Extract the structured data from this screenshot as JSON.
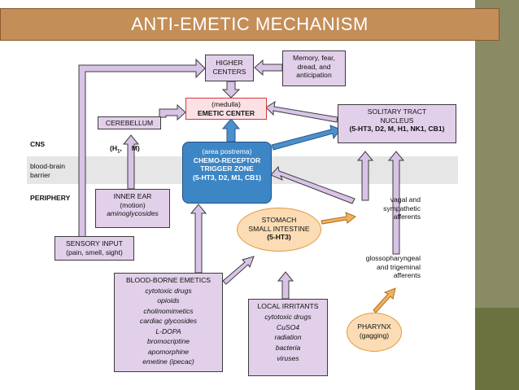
{
  "title": "ANTI-EMETIC MECHANISM",
  "colors": {
    "title_bg": "#c48e58",
    "box_fill": "#e2d0ea",
    "emetic_fill": "#fbe1e6",
    "emetic_border": "#d83a3a",
    "ctz_fill": "#3d86c6",
    "stomach_fill": "#fbdcb4",
    "arrow_fill": "#d8c4e6",
    "blue_arrow": "#4a90cc",
    "orange_arrow": "#f0b060",
    "side_bar": "#8a8a64"
  },
  "regions": {
    "cns": "CNS",
    "bbb_line1": "blood-brain",
    "bbb_line2": "barrier",
    "periphery": "PERIPHERY"
  },
  "higher_centers": {
    "line1": "HIGHER",
    "line2": "CENTERS"
  },
  "memory": {
    "line1": "Memory, fear,",
    "line2": "dread, and",
    "line3": "anticipation"
  },
  "emetic_center": {
    "line1": "(medulla)",
    "line2": "EMETIC CENTER"
  },
  "cerebellum": "CEREBELLUM",
  "h1m": "(H",
  "h1m_sub": "1",
  "h1m_rest": ",     M)",
  "solitary": {
    "line1": "SOLITARY TRACT",
    "line2": "NUCLEUS",
    "line3": "(5-HT3, D2, M, H1, NK1, CB1)"
  },
  "ctz": {
    "line1": "(area postrema)",
    "line2": "CHEMO-RECEPTOR",
    "line3": "TRIGGER ZONE",
    "line4": "(5-HT3, D2, M1, CB1)"
  },
  "inner_ear": {
    "line1": "INNER EAR",
    "line2": "(motion)",
    "line3": "aminoglycosides"
  },
  "vagal": {
    "line1": "vagal and",
    "line2": "sympathetic",
    "line3": "afferents"
  },
  "stomach": {
    "line1": "STOMACH",
    "line2": "SMALL INTESTINE",
    "line3": "(5-HT3)"
  },
  "sensory": {
    "line1": "SENSORY INPUT",
    "line2": "(pain, smell, sight)"
  },
  "glosso": {
    "line1": "glossopharyngeal",
    "line2": "and trigeminal",
    "line3": "afferents"
  },
  "blood_borne": {
    "title": "BLOOD-BORNE EMETICS",
    "items": [
      "cytotoxic drugs",
      "opioids",
      "cholinomimetics",
      "cardiac glycosides",
      "L-DOPA",
      "bromocriptine",
      "apomorphine",
      "emetine (ipecac)"
    ]
  },
  "local": {
    "title": "LOCAL IRRITANTS",
    "items": [
      "cytotoxic drugs",
      "CuSO4",
      "radiation",
      "bacteria",
      "viruses"
    ]
  },
  "pharynx": {
    "line1": "PHARYNX",
    "line2": "(gagging)"
  }
}
